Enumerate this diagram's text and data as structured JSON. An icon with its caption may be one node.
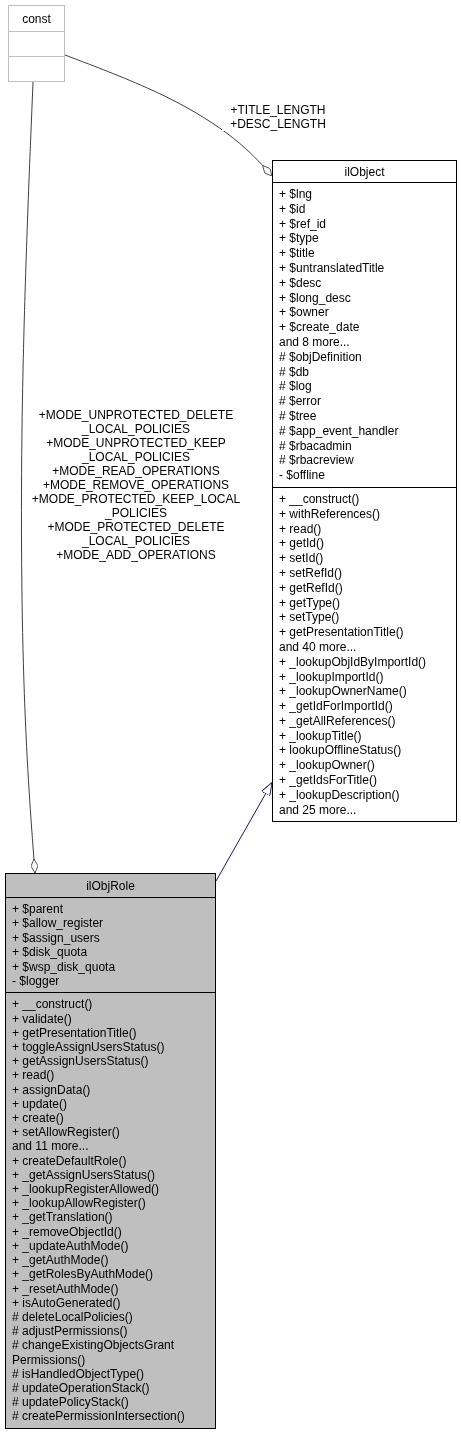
{
  "diagram": {
    "nodes": [
      {
        "text": [
          "const"
        ]
      },
      {
        "text": [],
        "shape": "box",
        "in": 0
      },
      {
        "text": [],
        "shape": "box",
        "in": 0
      },
      {
        "text": [
          "ilObject"
        ]
      },
      {
        "text": [
          "+ $lng",
          "+ $id",
          "+ $ref_id",
          "+ $type",
          "+ $title",
          "+ $untranslatedTitle",
          "+ $desc",
          "+ $long_desc",
          "+ $owner",
          "+ $create_date",
          "and 8 more...",
          "# $objDefinition",
          "# $db",
          "# $log",
          "# $error",
          "# $tree",
          "# $app_event_handler",
          "# $rbacadmin",
          "# $rbacreview",
          "- $offline"
        ],
        "in": 3
      },
      {
        "text": [
          "+ __construct()",
          "+ withReferences()",
          "+ read()",
          "+ getId()",
          "+ setId()",
          "+ setRefId()",
          "+ getRefId()",
          "+ getType()",
          "+ setType()",
          "+ getPresentationTitle()",
          "and 40 more...",
          "+ _lookupObjIdByImportId()",
          "+ _lookupImportId()",
          "+ _lookupOwnerName()",
          "+ _getIdForImportId()",
          "+ _getAllReferences()",
          "+ _lookupTitle()",
          "+ lookupOfflineStatus()",
          "+ _lookupOwner()",
          "+ _getIdsForTitle()",
          "+ _lookupDescription()",
          "and 25 more..."
        ],
        "in": 3
      },
      {
        "text": [
          "ilObjRole"
        ]
      },
      {
        "text": [
          "+ $parent",
          "+ $allow_register",
          "+ $assign_users",
          "+ $disk_quota",
          "+ $wsp_disk_quota",
          "- $logger"
        ],
        "in": 6
      },
      {
        "text": [
          "+ __construct()",
          "+ validate()",
          "+ getPresentationTitle()",
          "+ toggleAssignUsersStatus()",
          "+ getAssignUsersStatus()",
          "+ read()",
          "+ assignData()",
          "+ update()",
          "+ create()",
          "+ setAllowRegister()",
          "and 11 more...",
          "+ createDefaultRole()",
          "+ _getAssignUsersStatus()",
          "+ _lookupRegisterAllowed()",
          "+ _lookupAllowRegister()",
          "+ _getTranslation()",
          "+ _removeObjectId()",
          "+ _updateAuthMode()",
          "+ _getAuthMode()",
          "+ _getRolesByAuthMode()",
          "+ _resetAuthMode()",
          "+ isAutoGenerated()",
          "# deleteLocalPolicies()",
          "# adjustPermissions()",
          "# changeExistingObjectsGrant Permissions()",
          "# isHandledObjectType()",
          "# updateOperationStack()",
          "# updatePolicyStack()",
          "# createPermissionIntersection()"
        ],
        "in": 6
      }
    ],
    "edges": [
      {
        "from": 0,
        "to": 3,
        "arrow": "other",
        "label": "+TITLE_LENGTH +DESC_LENGTH"
      },
      {
        "from": 0,
        "to": 6,
        "arrow": "other",
        "label": "+MODE_UNPROTECTED_DELETE _LOCAL_POLICIES +MODE_UNPROTECTED_KEEP _LOCAL_POLICIES +MODE_READ_OPERATIONS +MODE_REMOVE_OPERATIONS +MODE_PROTECTED_KEEP_LOCAL _POLICIES +MODE_PROTECTED_DELETE _LOCAL_POLICIES +MODE_ADD_OPERATIONS"
      },
      {
        "from": 6,
        "to": 3,
        "arrow": "to",
        "color": "#191970"
      }
    ]
  }
}
